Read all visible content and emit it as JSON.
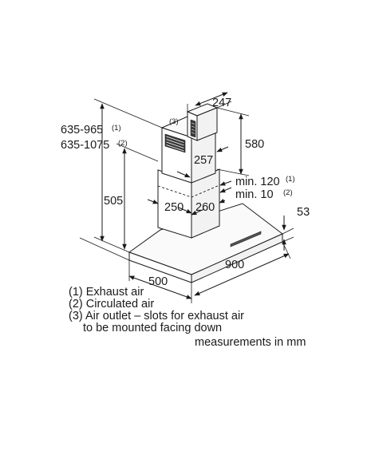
{
  "dimensions": {
    "total_height_exhaust": "635-965",
    "total_height_exhaust_ref": "(1)",
    "total_height_circulated": "635-1075",
    "total_height_circulated_ref": "(2)",
    "chimney_depth_top": "247",
    "chimney_height": "580",
    "chimney_inner_width": "257",
    "min_gap_exhaust": "min. 120",
    "min_gap_exhaust_ref": "(1)",
    "min_gap_circulated": "min. 10",
    "min_gap_circulated_ref": "(2)",
    "chimney_lower_height": "505",
    "chimney_lower_width": "250",
    "chimney_lower_depth": "260",
    "canopy_thickness": "53",
    "canopy_depth": "500",
    "canopy_width": "900",
    "air_outlet_ref": "(3)"
  },
  "legend": {
    "item1": "(1) Exhaust air",
    "item2": "(2) Circulated air",
    "item3_line1": "(3) Air outlet – slots for exhaust air",
    "item3_line2": "to be mounted facing down",
    "units": "measurements in mm"
  }
}
